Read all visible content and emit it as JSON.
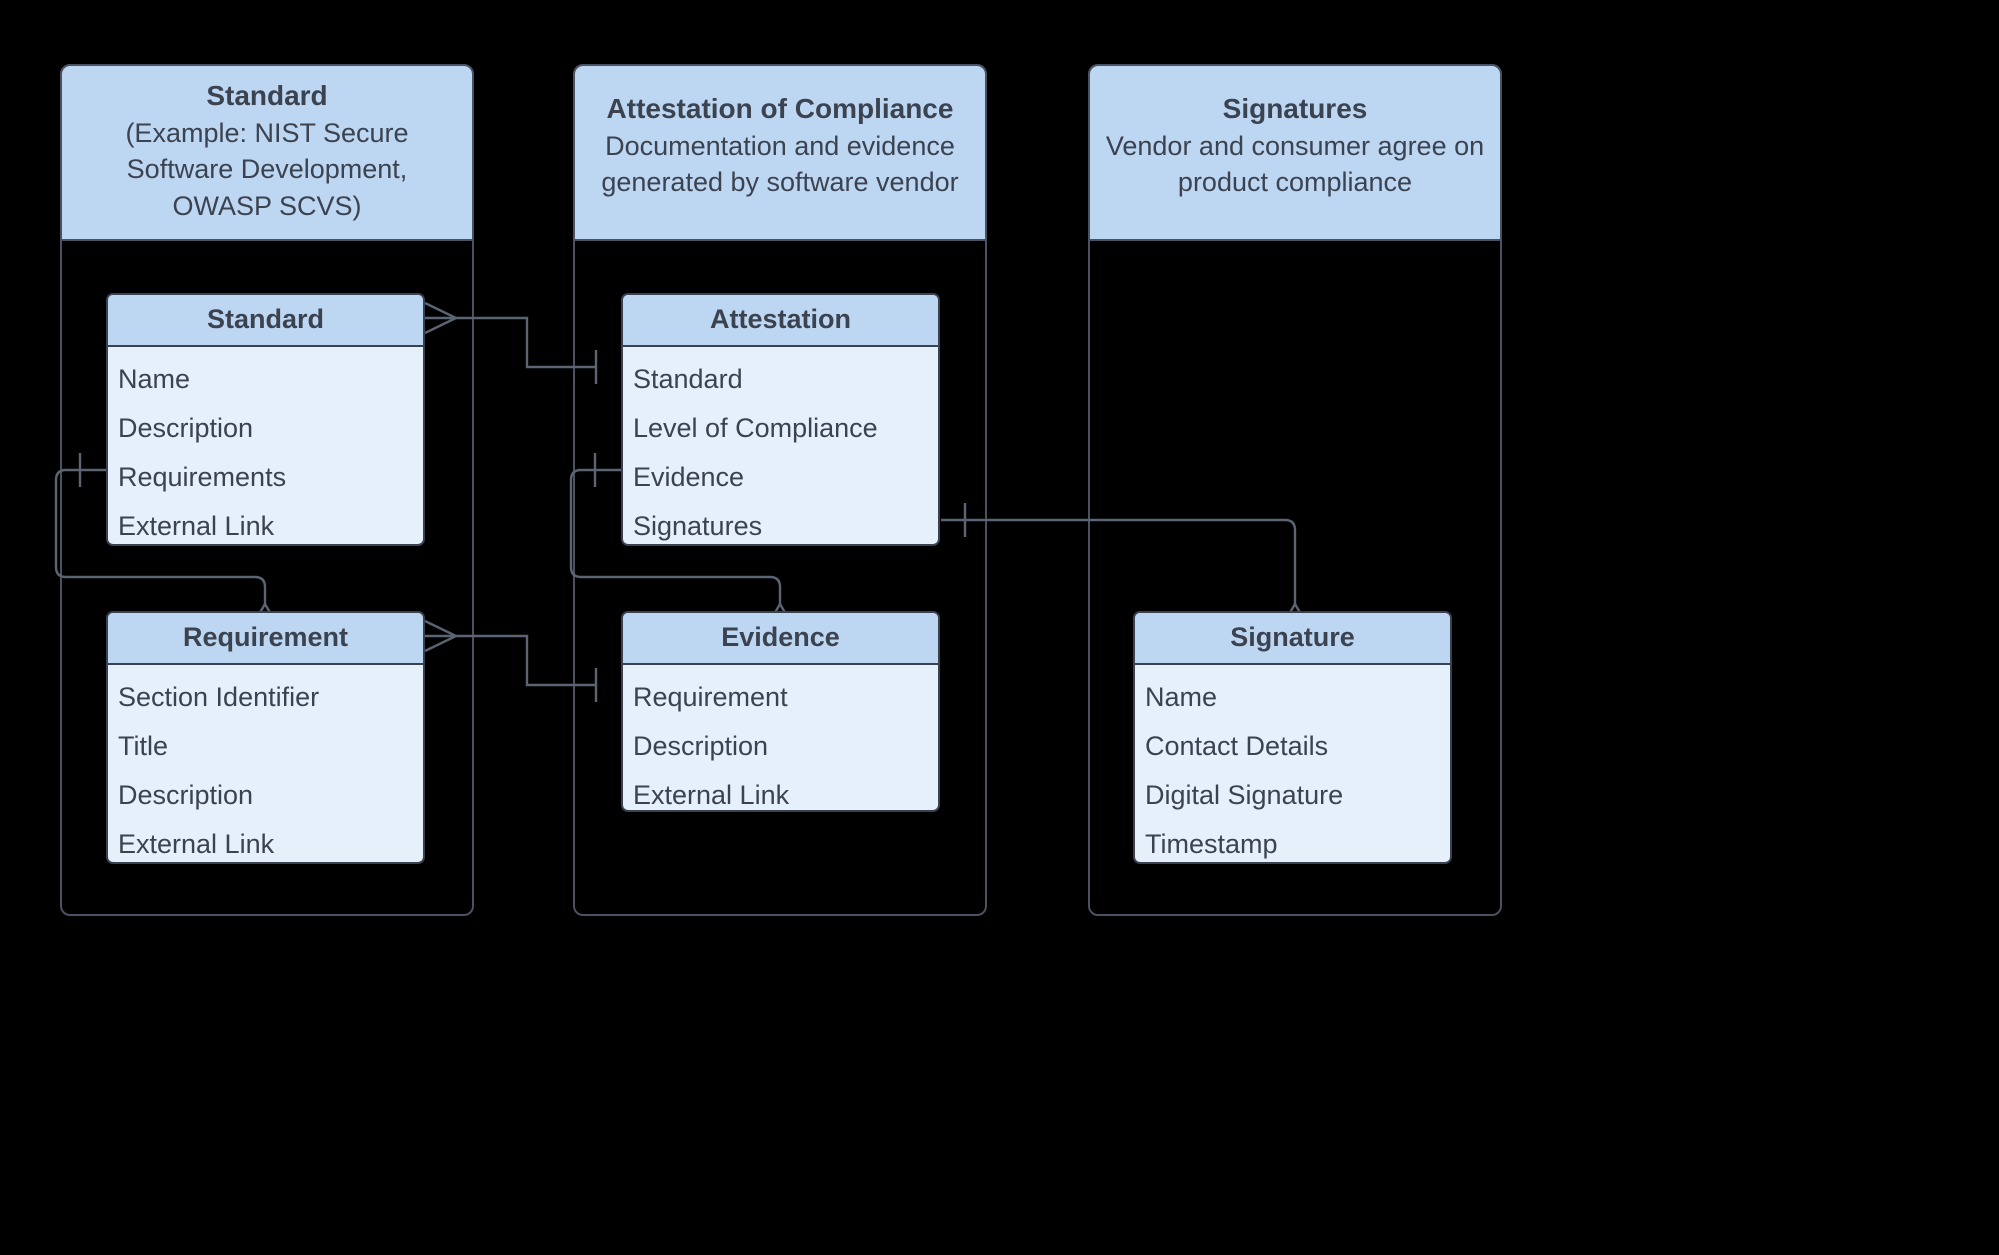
{
  "diagram": {
    "type": "uml-class-diagram",
    "background_color": "#000000",
    "package_header_color": "#bdd6f2",
    "class_header_color": "#bdd6f2",
    "class_body_color": "#e5f0fb",
    "line_color": "#5a6472",
    "text_color": "#3c4350"
  },
  "packages": [
    {
      "id": "standard-package",
      "title": "Standard",
      "subtitle": "(Example: NIST Secure Software Development, OWASP SCVS)"
    },
    {
      "id": "attestation-package",
      "title": "Attestation of Compliance",
      "subtitle": "Documentation and evidence generated by software vendor"
    },
    {
      "id": "signatures-package",
      "title": "Signatures",
      "subtitle": "Vendor and consumer agree on product compliance"
    }
  ],
  "classes": [
    {
      "id": "standard-class",
      "name": "Standard",
      "attributes": [
        "Name",
        "Description",
        "Requirements",
        "External Link"
      ]
    },
    {
      "id": "requirement-class",
      "name": "Requirement",
      "attributes": [
        "Section Identifier",
        "Title",
        "Description",
        "External Link"
      ]
    },
    {
      "id": "attestation-class",
      "name": "Attestation",
      "attributes": [
        "Standard",
        "Level of Compliance",
        "Evidence",
        "Signatures"
      ]
    },
    {
      "id": "evidence-class",
      "name": "Evidence",
      "attributes": [
        "Requirement",
        "Description",
        "External Link"
      ]
    },
    {
      "id": "signature-class",
      "name": "Signature",
      "attributes": [
        "Name",
        "Contact Details",
        "Digital Signature",
        "Timestamp"
      ]
    }
  ],
  "relationships": [
    {
      "from": "standard-class",
      "to": "attestation-class",
      "attribute": "Standard",
      "marker": "open-arrow"
    },
    {
      "from": "requirement-class",
      "to": "evidence-class",
      "attribute": "Requirement",
      "marker": "open-arrow"
    },
    {
      "from": "standard-class",
      "to": "requirement-class",
      "attribute": "Requirements",
      "marker": "hollow-triangle"
    },
    {
      "from": "attestation-class",
      "to": "evidence-class",
      "attribute": "Evidence",
      "marker": "hollow-triangle"
    },
    {
      "from": "attestation-class",
      "to": "signature-class",
      "attribute": "Signatures",
      "marker": "hollow-triangle"
    }
  ]
}
